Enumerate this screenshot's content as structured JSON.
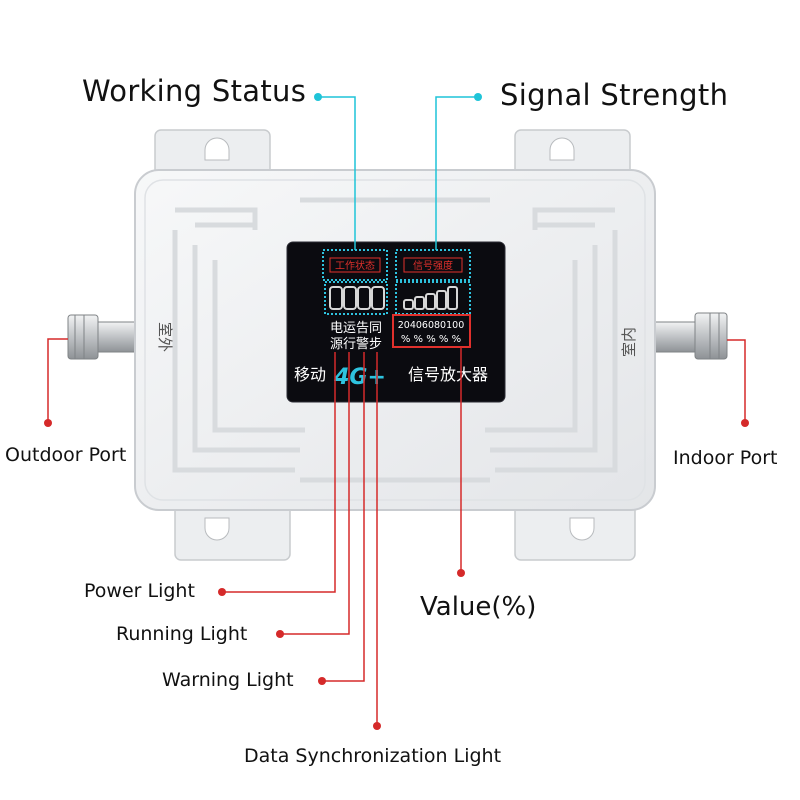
{
  "labels": {
    "working_status": "Working Status",
    "signal_strength": "Signal Strength",
    "outdoor_port": "Outdoor Port",
    "indoor_port": "Indoor Port",
    "power_light": "Power Light",
    "running_light": "Running Light",
    "warning_light": "Warning Light",
    "data_sync_light": "Data Synchronization Light",
    "value": "Value(%)"
  },
  "device": {
    "status_box_title": "工作状态",
    "signal_box_title": "信号强度",
    "status_row1": "电运告同",
    "status_row2": "源行警步",
    "signal_scale": "20406080100",
    "percent_row": "% % % % %",
    "brand_left": "移动",
    "brand_badge": "4G+",
    "brand_right": "信号放大器",
    "outdoor_side": "室外",
    "indoor_side": "室内"
  },
  "colors": {
    "cyan_leader": "#1fc4d8",
    "red_leader": "#d52a2a",
    "lcd_bg": "#0b0b10",
    "lcd_red": "#e0302c",
    "lcd_blue": "#2ec3df",
    "housing": "#eeeff1"
  }
}
